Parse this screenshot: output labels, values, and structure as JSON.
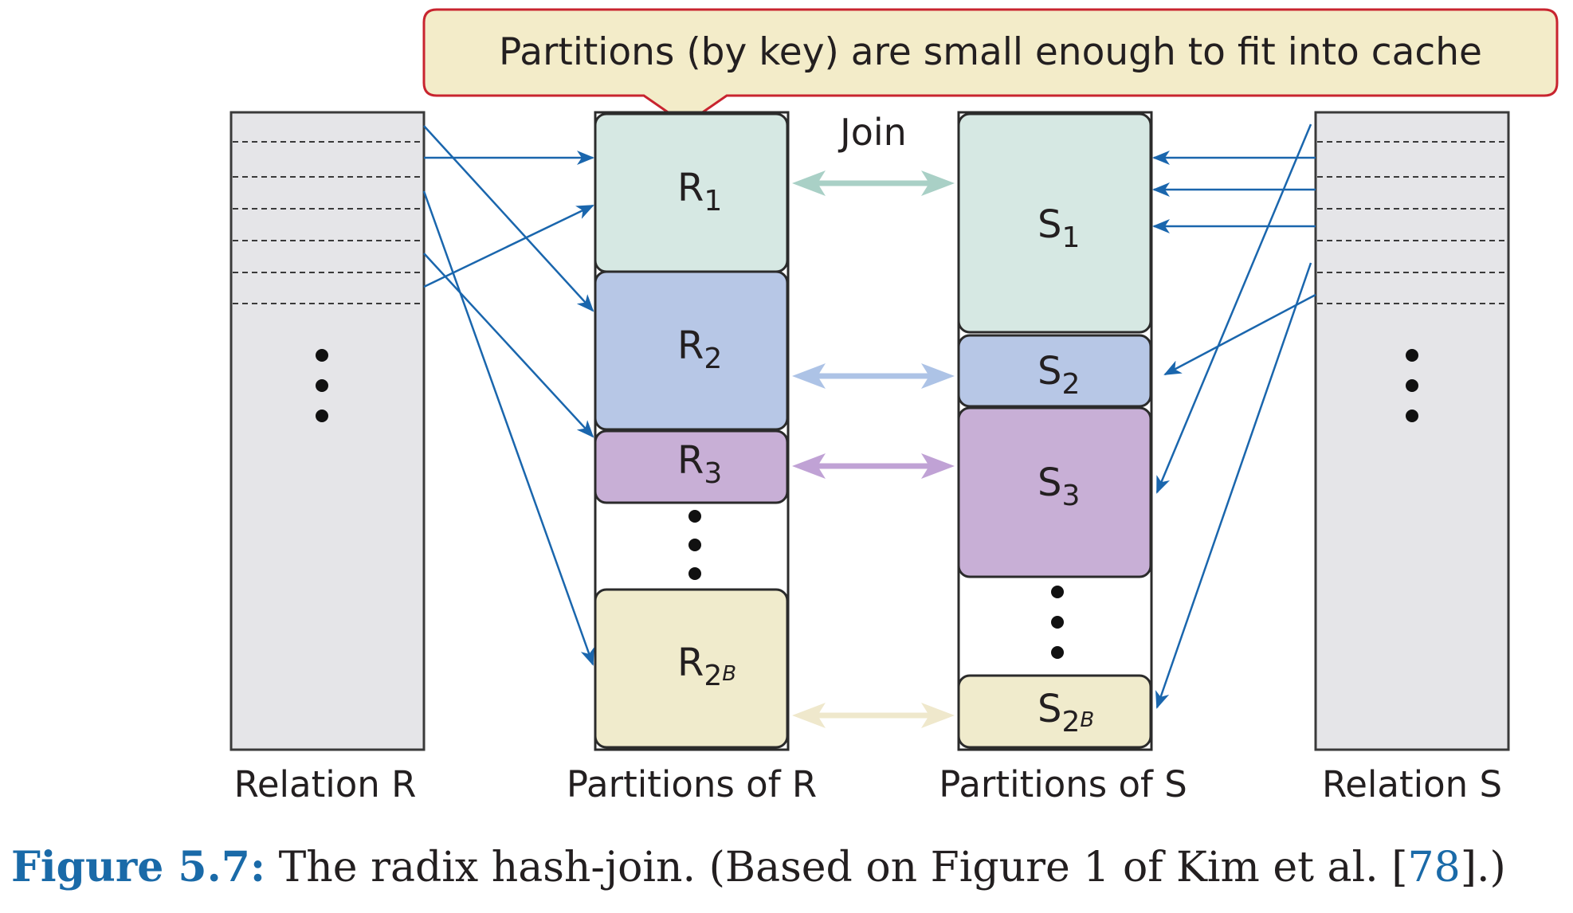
{
  "callout": "Partitions (by key) are small enough to fit into cache",
  "join_label": "Join",
  "relation_r": {
    "label": "Relation R",
    "ellipsis": "⋮"
  },
  "relation_s": {
    "label": "Relation S",
    "ellipsis": "⋮"
  },
  "partitions_r": {
    "label": "Partitions of R",
    "items": [
      {
        "base": "R",
        "sub": "1",
        "color": "#d6e8e3"
      },
      {
        "base": "R",
        "sub": "2",
        "color": "#b7c7e6"
      },
      {
        "base": "R",
        "sub": "3",
        "color": "#c8afd6"
      },
      {
        "base": "R",
        "sub": "2",
        "sup": "B",
        "color": "#f0ebcc"
      }
    ]
  },
  "partitions_s": {
    "label": "Partitions of S",
    "items": [
      {
        "base": "S",
        "sub": "1",
        "color": "#d6e8e3"
      },
      {
        "base": "S",
        "sub": "2",
        "color": "#b7c7e6"
      },
      {
        "base": "S",
        "sub": "3",
        "color": "#c8afd6"
      },
      {
        "base": "S",
        "sub": "2",
        "sup": "B",
        "color": "#f0ebcc"
      }
    ]
  },
  "join_arrow_colors": [
    "#a9d0c6",
    "#adc3e6",
    "#c0a2d5",
    "#efe8cc"
  ],
  "colors": {
    "arrow": "#1a66ad",
    "relation_fill": "#e5e5e8",
    "callout_fill": "#f3ecc9",
    "callout_border": "#c8242f",
    "accent": "#1a6aa8"
  },
  "caption": {
    "figure": "Figure 5.7:",
    "text": "The radix hash-join. (Based on Figure 1 of Kim et al. [",
    "ref": "78",
    "end": "].)"
  }
}
